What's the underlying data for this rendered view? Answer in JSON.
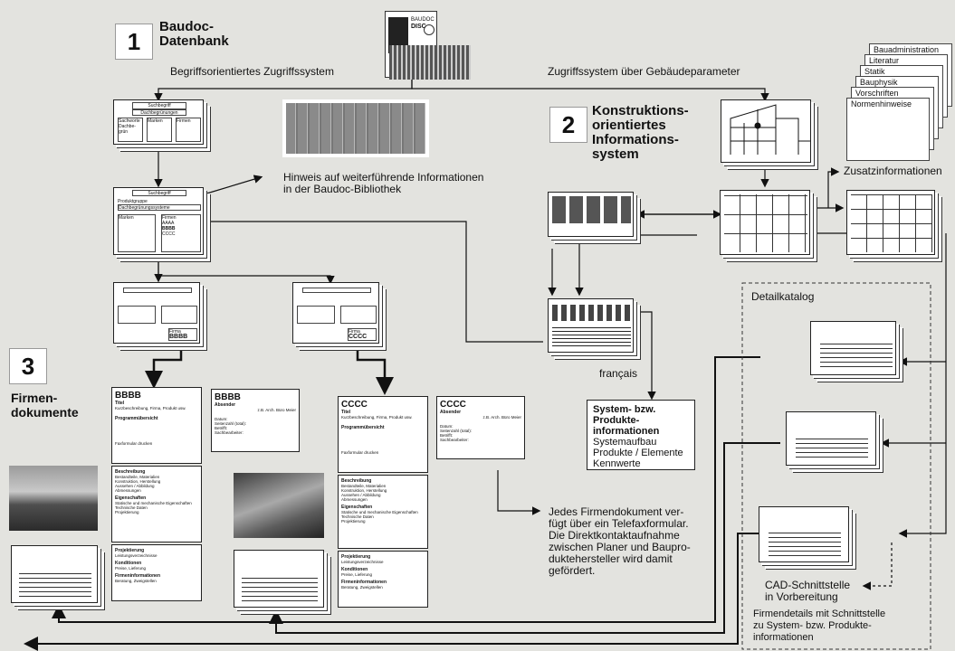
{
  "section1": {
    "num": "1",
    "title_line1": "Baudoc-",
    "title_line2": "Datenbank"
  },
  "section2": {
    "num": "2",
    "title_line1": "Konstruktions-",
    "title_line2": "orientiertes",
    "title_line3": "Informations-",
    "title_line4": "system"
  },
  "section3": {
    "num": "3",
    "title_line1": "Firmen-",
    "title_line2": "dokumente"
  },
  "disc": {
    "label": "BAUDOC",
    "sub": "DISC"
  },
  "labels": {
    "left_access": "Begriffsorientiertes Zugriffssystem",
    "right_access": "Zugriffssystem über Gebäudeparameter",
    "hint_line1": "Hinweis auf weiterführende Informationen",
    "hint_line2": "in der Baudoc-Bibliothek",
    "zusatz": "Zusatzinformationen",
    "francais": "français",
    "detailkatalog": "Detailkatalog",
    "cad_line1": "CAD-Schnittstelle",
    "cad_line2": "in Vorbereitung",
    "firmdetails_line1": "Firmendetails mit Schnittstelle",
    "firmdetails_line2": "zu System- bzw. Produkte-",
    "firmdetails_line3": "informationen",
    "telefax_line1": "Jedes Firmendokument ver-",
    "telefax_line2": "fügt über ein Telefaxformular.",
    "telefax_line3": "Die Direktkontaktaufnahme",
    "telefax_line4": "zwischen Planer und Baupro-",
    "telefax_line5": "duktehersteller wird damit",
    "telefax_line6": "gefördert."
  },
  "system_box": {
    "title_line1": "System- bzw.",
    "title_line2": "Produkte-",
    "title_line3": "informationen",
    "line1": "Systemaufbau",
    "line2": "Produkte / Elemente",
    "line3": "Kennwerte"
  },
  "zusatz_stack": [
    "Bauadministration",
    "Literatur",
    "Statik",
    "Bauphysik",
    "Vorschriften",
    "Normenhinweise"
  ],
  "screen1": {
    "head": "Suchbegriff",
    "field": "Dachbegrünungen",
    "cols": [
      "Sachworte",
      "Marken",
      "Firmen"
    ],
    "item1": "Dachbe-",
    "item2": "grün"
  },
  "screen2": {
    "head": "Suchbegriff",
    "group": "Produktgruppe",
    "field": "Dachbegrünungssysteme",
    "col1": "Marken",
    "col2": "Firmen",
    "f1": "AAAA",
    "f2": "BBBB",
    "f3": "CCCC"
  },
  "screen3": {
    "firm_label": "Firma",
    "firm": "BBBB"
  },
  "screen4": {
    "firm_label": "Firma",
    "firm": "CCCC"
  },
  "docB": {
    "name": "BBBB",
    "titel": "Titel",
    "titel_text": "Kurzbeschreibung, Firma, Produkt usw.",
    "prog": "Programmübersicht",
    "fax": "Faxformular drucken",
    "abs_name": "BBBB",
    "absender": "Absender",
    "abs_text": "z.B. Arch. Büro Meier",
    "abs_d1": "Datum:",
    "abs_d2": "Seitenzahl (total):",
    "abs_d3": "Betrifft:",
    "abs_d4": "Sachbearbeiter:",
    "besch": "Beschreibung",
    "b1": "Bestandteile, Materialien",
    "b2": "Konstruktion, Herstellung",
    "b3": "Aussehen / Abbildung",
    "b4": "Abmessungen",
    "eig": "Eigenschaften",
    "e1": "Statische und mechanische Eigenschaften",
    "e2": "Technische Daten",
    "e3": "Projektierung",
    "proj": "Projektierung",
    "p1": "Leistungsverzeichnisse",
    "kond": "Konditionen",
    "k1": "Preise, Lieferung",
    "firm": "Firmeninformationen",
    "f1": "Beratung, Zweigstellen"
  },
  "docC": {
    "name": "CCCC",
    "titel": "Titel",
    "titel_text": "Kurzbeschreibung, Firma, Produkt usw.",
    "prog": "Programmübersicht",
    "fax": "Faxformular drucken",
    "abs_name": "CCCC",
    "absender": "Absender",
    "abs_text": "z.B. Arch. Büro Meier",
    "abs_d1": "Datum:",
    "abs_d2": "Seitenzahl (total):",
    "abs_d3": "Betrifft:",
    "abs_d4": "Sachbearbeiter:",
    "besch": "Beschreibung",
    "b1": "Bestandteile, Materialien",
    "b2": "Konstruktion, Herstellung",
    "b3": "Aussehen / Abbildung",
    "b4": "Abmessungen",
    "eig": "Eigenschaften",
    "e1": "Statische und mechanische Eigenschaften",
    "e2": "Technische Daten",
    "e3": "Projektierung",
    "proj": "Projektierung",
    "p1": "Leistungsverzeichnisse",
    "kond": "Konditionen",
    "k1": "Preise, Lieferung",
    "firm": "Firmeninformationen",
    "f1": "Beratung, Zweigstellen"
  },
  "colors": {
    "background": "#e3e3df",
    "line": "#111111",
    "binder": "#8a8a8a"
  }
}
